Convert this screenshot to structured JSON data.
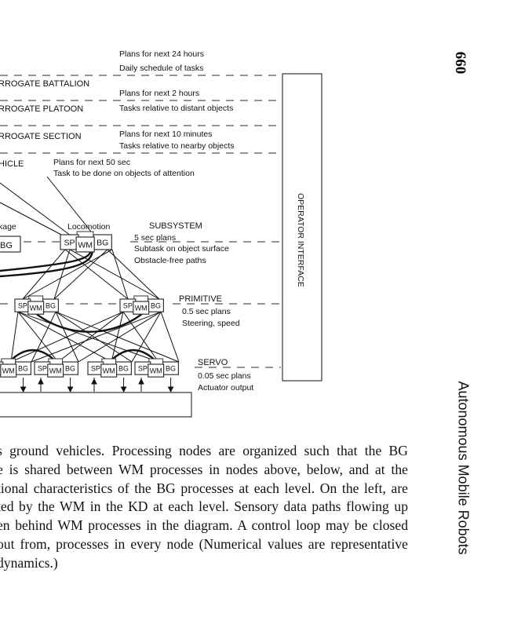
{
  "page": {
    "page_number": "660",
    "running_head": "Autonomous Mobile Robots"
  },
  "diagram": {
    "levels": [
      {
        "name": "RROGATE BATTALION",
        "notes": [
          "Plans for next 24 hours",
          "Daily schedule of tasks"
        ]
      },
      {
        "name": "RROGATE PLATOON",
        "notes": [
          "Plans for next 2 hours",
          "Tasks relative to distant objects"
        ]
      },
      {
        "name": "RROGATE  SECTION",
        "notes": [
          "Plans for next 10 minutes",
          "Tasks relative to nearby objects"
        ]
      },
      {
        "name": "HICLE",
        "notes": [
          "Plans for next 50 sec",
          "Task to be done on objects of attention"
        ]
      },
      {
        "name": "SUBSYSTEM",
        "notes": [
          "5 sec plans",
          "Subtask on object surface",
          "Obstacle-free paths"
        ]
      },
      {
        "name": "PRIMITIVE",
        "notes": [
          "0.5 sec plans",
          "Steering,  speed"
        ]
      },
      {
        "name": "SERVO",
        "notes": [
          "0.05 sec plans",
          "Actuator output"
        ]
      }
    ],
    "node_labels": {
      "sp": "SP",
      "wm": "WM",
      "bg": "BG"
    },
    "subsystem_labels": {
      "left": "kage",
      "locomotion": "Locomotion"
    },
    "operator_interface": "OPERATOR INTERFACE"
  },
  "caption": {
    "lines": [
      "s ground vehicles. Processing nodes are organized such that the BG",
      "e is shared between WM processes in nodes above, below, and at the",
      "tional characteristics of the BG processes at each level. On the left, are",
      "ted by the WM in the KD at each level. Sensory data paths flowing up",
      "en behind WM processes in the diagram. A control loop may be closed",
      "out from, processes in every node (Numerical values are representative",
      " dynamics.)"
    ]
  }
}
